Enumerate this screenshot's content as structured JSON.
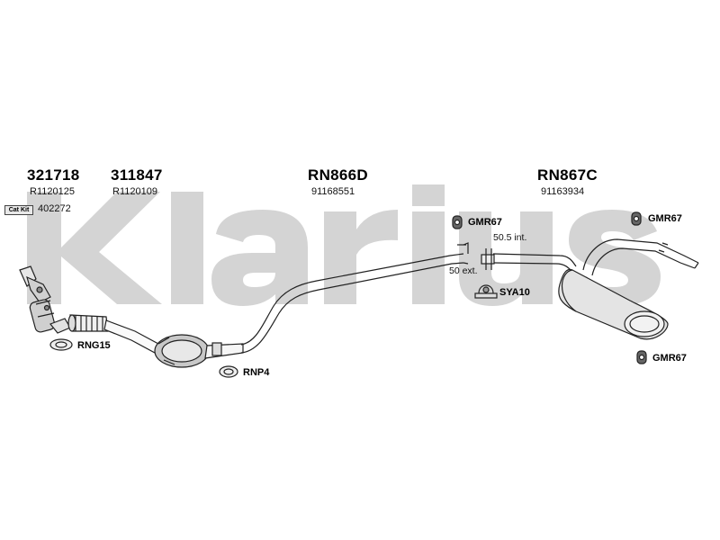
{
  "watermark": {
    "text": "Klarius",
    "color": "#d4d4d4"
  },
  "codes": [
    {
      "code": "321718",
      "ref": "R1120125"
    },
    {
      "code": "311847",
      "ref": "R1120109"
    },
    {
      "code": "RN866D",
      "ref": "91168551"
    },
    {
      "code": "RN867C",
      "ref": "91163934"
    }
  ],
  "cat_kit": {
    "label": "Cat Kit",
    "number": "402272"
  },
  "parts": {
    "gmr67_a": "GMR67",
    "gmr67_b": "GMR67",
    "gmr67_c": "GMR67",
    "sya10": "SYA10",
    "rng15": "RNG15",
    "rnp4": "RNP4"
  },
  "dimensions": {
    "int": "50.5 int.",
    "ext": "50 ext."
  }
}
